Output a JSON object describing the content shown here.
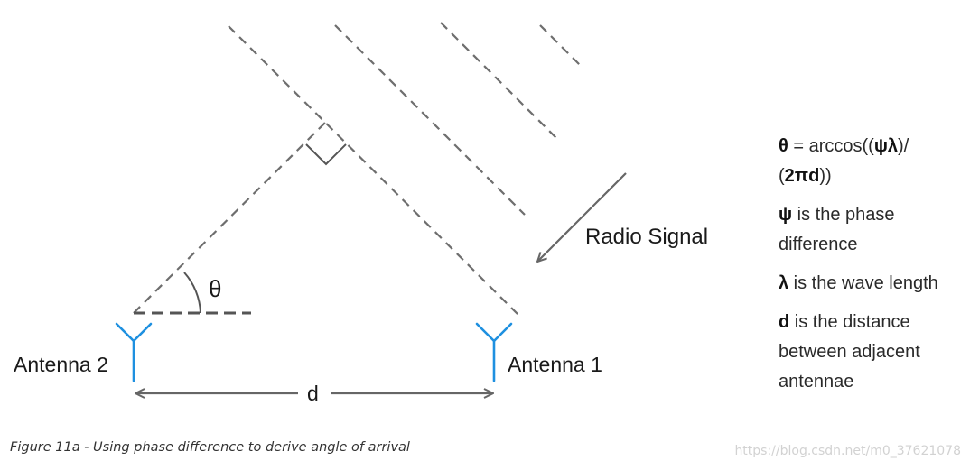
{
  "labels": {
    "radio_signal": "Radio Signal",
    "theta": "θ",
    "antenna_2": "Antenna 2",
    "antenna_1": "Antenna 1",
    "distance": "d"
  },
  "legend": {
    "formula": {
      "theta_sym": "θ",
      "eq": " = arccos((",
      "psi_lambda": "ψλ",
      "div": ")/",
      "open": "(",
      "two_pi_d": "2πd",
      "close": "))"
    },
    "psi": {
      "sym": "ψ",
      "text": " is the phase difference"
    },
    "lambda": {
      "sym": "λ",
      "text": " is the wave length"
    },
    "d": {
      "sym": "d",
      "text": " is the distance between adjacent antennae"
    }
  },
  "caption": "Figure 11a - Using phase difference to derive angle of arrival",
  "watermark": "https://blog.csdn.net/m0_37621078",
  "colors": {
    "antenna": "#1e90e0",
    "lines": "#666666",
    "text": "#1a1a1a"
  }
}
